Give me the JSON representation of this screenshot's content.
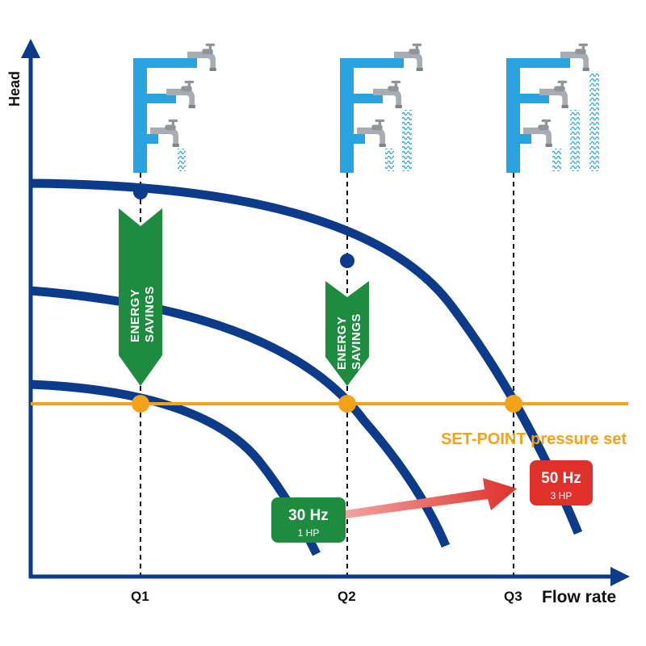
{
  "axes": {
    "y_label": "Head",
    "x_label": "Flow rate",
    "x_ticks": [
      "Q1",
      "Q2",
      "Q3"
    ]
  },
  "setpoint": {
    "label": "SET-POINT pressure set",
    "color": "#f5a21b"
  },
  "savings_arrows": [
    {
      "line1": "ENERGY",
      "line2": "SAVINGS"
    },
    {
      "line1": "ENERGY",
      "line2": "SAVINGS"
    }
  ],
  "badges": {
    "low": {
      "freq": "30 Hz",
      "power": "1 HP",
      "color": "#1e8c3e"
    },
    "high": {
      "freq": "50 Hz",
      "power": "3 HP",
      "color": "#e0302a"
    }
  },
  "colors": {
    "curve": "#0d3b8c",
    "axis": "#0d3b8c",
    "pipe": "#29a3e0",
    "savings_arrow": "#1e8c3e",
    "trend_arrow": "#e0302a",
    "faucet": "#9aa0a6"
  },
  "icons": [
    "faucet-icon",
    "water-stream-icon"
  ]
}
